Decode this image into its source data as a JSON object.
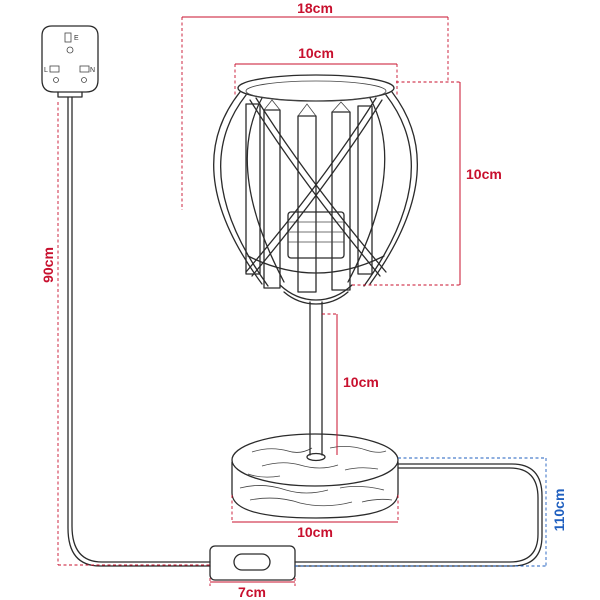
{
  "dimensions": {
    "shade_width_outer": "18cm",
    "shade_width_inner": "10cm",
    "shade_height": "10cm",
    "stem_height": "10cm",
    "base_width": "10cm",
    "cable_length": "90cm",
    "total_height": "110cm",
    "switch_width": "7cm"
  },
  "plug": {
    "earth_label": "E",
    "live_label": "L",
    "neutral_label": "N"
  },
  "colors": {
    "dimension_red": "#c8102e",
    "dimension_blue": "#1f5fbf",
    "line_art": "#2b2b2b"
  }
}
